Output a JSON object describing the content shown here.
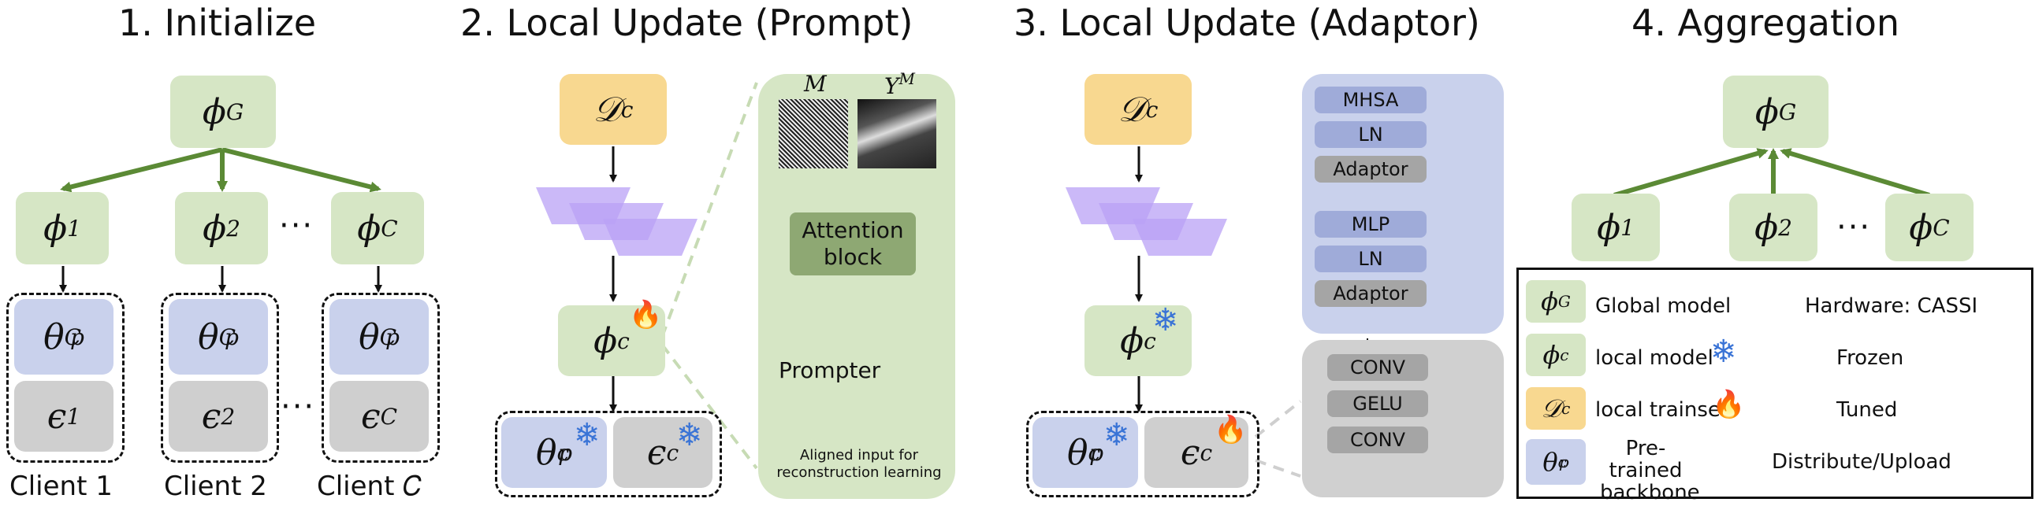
{
  "titles": {
    "t1": "1. Initialize",
    "t2": "2. Local Update (Prompt)",
    "t3": "3. Local Update (Adaptor)",
    "t4": "4. Aggregation"
  },
  "symbols": {
    "phi": "ϕ",
    "theta": "θ",
    "eps": "ϵ",
    "dset": "𝒟",
    "G": "G",
    "c": "c",
    "C": "C",
    "p": "p",
    "one": "1",
    "two": "2",
    "dots": "···"
  },
  "clients": {
    "c1": "Client 1",
    "c2": "Client 2",
    "cC": "Client 𝐶"
  },
  "prompt_panel": {
    "mask": "M",
    "ym": "Y",
    "ym_sup": "M",
    "attention": "Attention block",
    "prompter": "Prompter",
    "aligned": "Aligned input for reconstruction learning"
  },
  "adaptor_panel": {
    "blocks_top": [
      "MHSA",
      "LN",
      "Adaptor",
      "MLP",
      "LN",
      "Adaptor"
    ],
    "blocks_bottom": [
      "CONV",
      "GELU",
      "CONV"
    ]
  },
  "legend": {
    "global": "Global model",
    "local": "local model",
    "trainset": "local trainset",
    "backbone": "Pre-trained backbone",
    "hardware": "Hardware: CASSI",
    "frozen": "Frozen",
    "tuned": "Tuned",
    "distribute": "Distribute/Upload"
  },
  "colors": {
    "green_box": "#d6e6c5",
    "blue_box": "#c9d1ec",
    "gray_box": "#cfcfcf",
    "yellow_box": "#f8d890",
    "arrow_green": "#5b8a35",
    "purple": "#b9a2f5"
  }
}
